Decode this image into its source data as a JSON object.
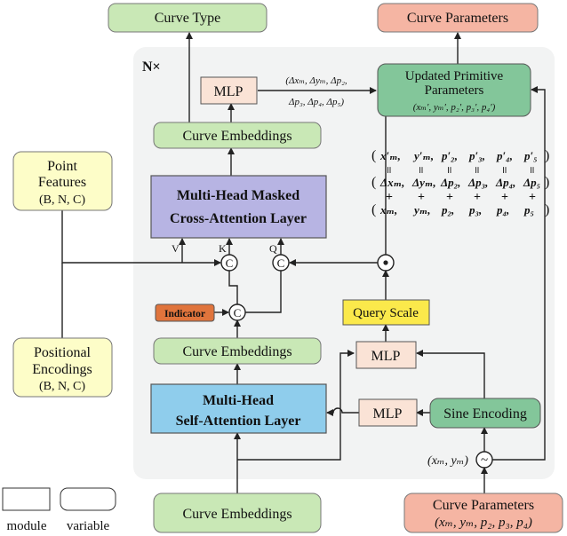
{
  "panel": {
    "repeat_label": "N×"
  },
  "top": {
    "curve_type": "Curve Type",
    "curve_parameters": "Curve Parameters"
  },
  "mlp_top": {
    "label": "MLP",
    "delta_line1": "(Δxₘ, Δyₘ, Δp₂,",
    "delta_line2": "Δp₃, Δp₄, Δp₅)"
  },
  "updated": {
    "line1": "Updated Primitive",
    "line2": "Parameters",
    "line3": "(xₘ′, yₘ′, p₂′, p₃′, p₄′)"
  },
  "curve_emb_top": "Curve Embeddings",
  "point_features": {
    "line1": "Point",
    "line2": "Features",
    "line3": "(B, N, C)"
  },
  "cross_attention": {
    "line1": "Multi-Head Masked",
    "line2": "Cross-Attention Layer"
  },
  "labels": {
    "v": "V",
    "k": "K",
    "q": "Q"
  },
  "equation": {
    "row1": [
      "x′ₘ,",
      "y′ₘ,",
      "p′₂,",
      "p′₃,",
      "p′₄,",
      "p′₅"
    ],
    "row2": [
      "Δxₘ,",
      "Δyₘ,",
      "Δp₂,",
      "Δp₃,",
      "Δp₄,",
      "Δp₅"
    ],
    "row3": [
      "xₘ,",
      "yₘ,",
      "p₂,",
      "p₃,",
      "p₄,",
      "p₅"
    ],
    "eq_symbol": "॥",
    "plus_symbol": "+"
  },
  "indicator": "Indicator",
  "query_scale": "Query Scale",
  "curve_emb_mid": "Curve Embeddings",
  "mlp_mid": "MLP",
  "mlp_low": "MLP",
  "sine_encoding": "Sine Encoding",
  "positional_encodings": {
    "line1": "Positional",
    "line2": "Encodings",
    "line3": "(B, N, C)"
  },
  "self_attention": {
    "line1": "Multi-Head",
    "line2": "Self-Attention Layer"
  },
  "xy_label": "(xₘ, yₘ)",
  "curve_emb_bottom": "Curve Embeddings",
  "curve_params_bottom": {
    "line1": "Curve Parameters",
    "line2": "(xₘ, yₘ, p₂, p₃, p₄)"
  },
  "legend": {
    "module": "module",
    "variable": "variable"
  },
  "ops": {
    "concat": "C",
    "multiply": "•",
    "sine": "~"
  },
  "colors": {
    "green": "#c9e8b6",
    "green_dark": "#83c69a",
    "salmon": "#f5b5a3",
    "yellow_light": "#fdfdc8",
    "yellow": "#fbe94b",
    "purple": "#b7b4e3",
    "blue": "#8fcdec",
    "mlp": "#fae3d6",
    "indicator": "#e0743c",
    "panel": "#f2f3f3"
  }
}
